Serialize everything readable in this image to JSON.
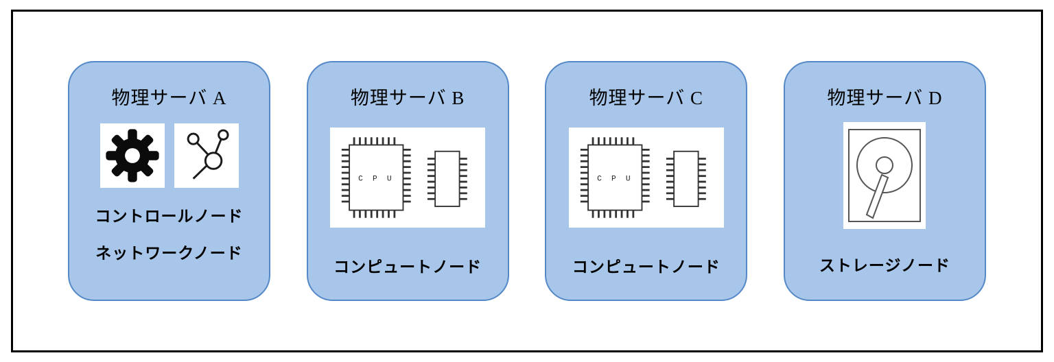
{
  "servers": [
    {
      "title": "物理サーバ A",
      "labels": [
        "コントロールノード",
        "ネットワークノード"
      ]
    },
    {
      "title": "物理サーバ B",
      "labels": [
        "コンピュートノード"
      ]
    },
    {
      "title": "物理サーバ C",
      "labels": [
        "コンピュートノード"
      ]
    },
    {
      "title": "物理サーバ D",
      "labels": [
        "ストレージノード"
      ]
    }
  ],
  "icons": {
    "server_a": [
      "gear-icon",
      "network-icon"
    ],
    "server_b": [
      "cpu-icon",
      "memory-icon"
    ],
    "server_c": [
      "cpu-icon",
      "memory-icon"
    ],
    "server_d": [
      "disk-icon"
    ]
  },
  "cpu_label": "C P U",
  "colors": {
    "card_fill": "#a8c6e9",
    "card_border": "#5488c7",
    "outer_border": "#000000",
    "icon_background": "#ffffff",
    "icon_stroke": "#1a1a1a"
  }
}
